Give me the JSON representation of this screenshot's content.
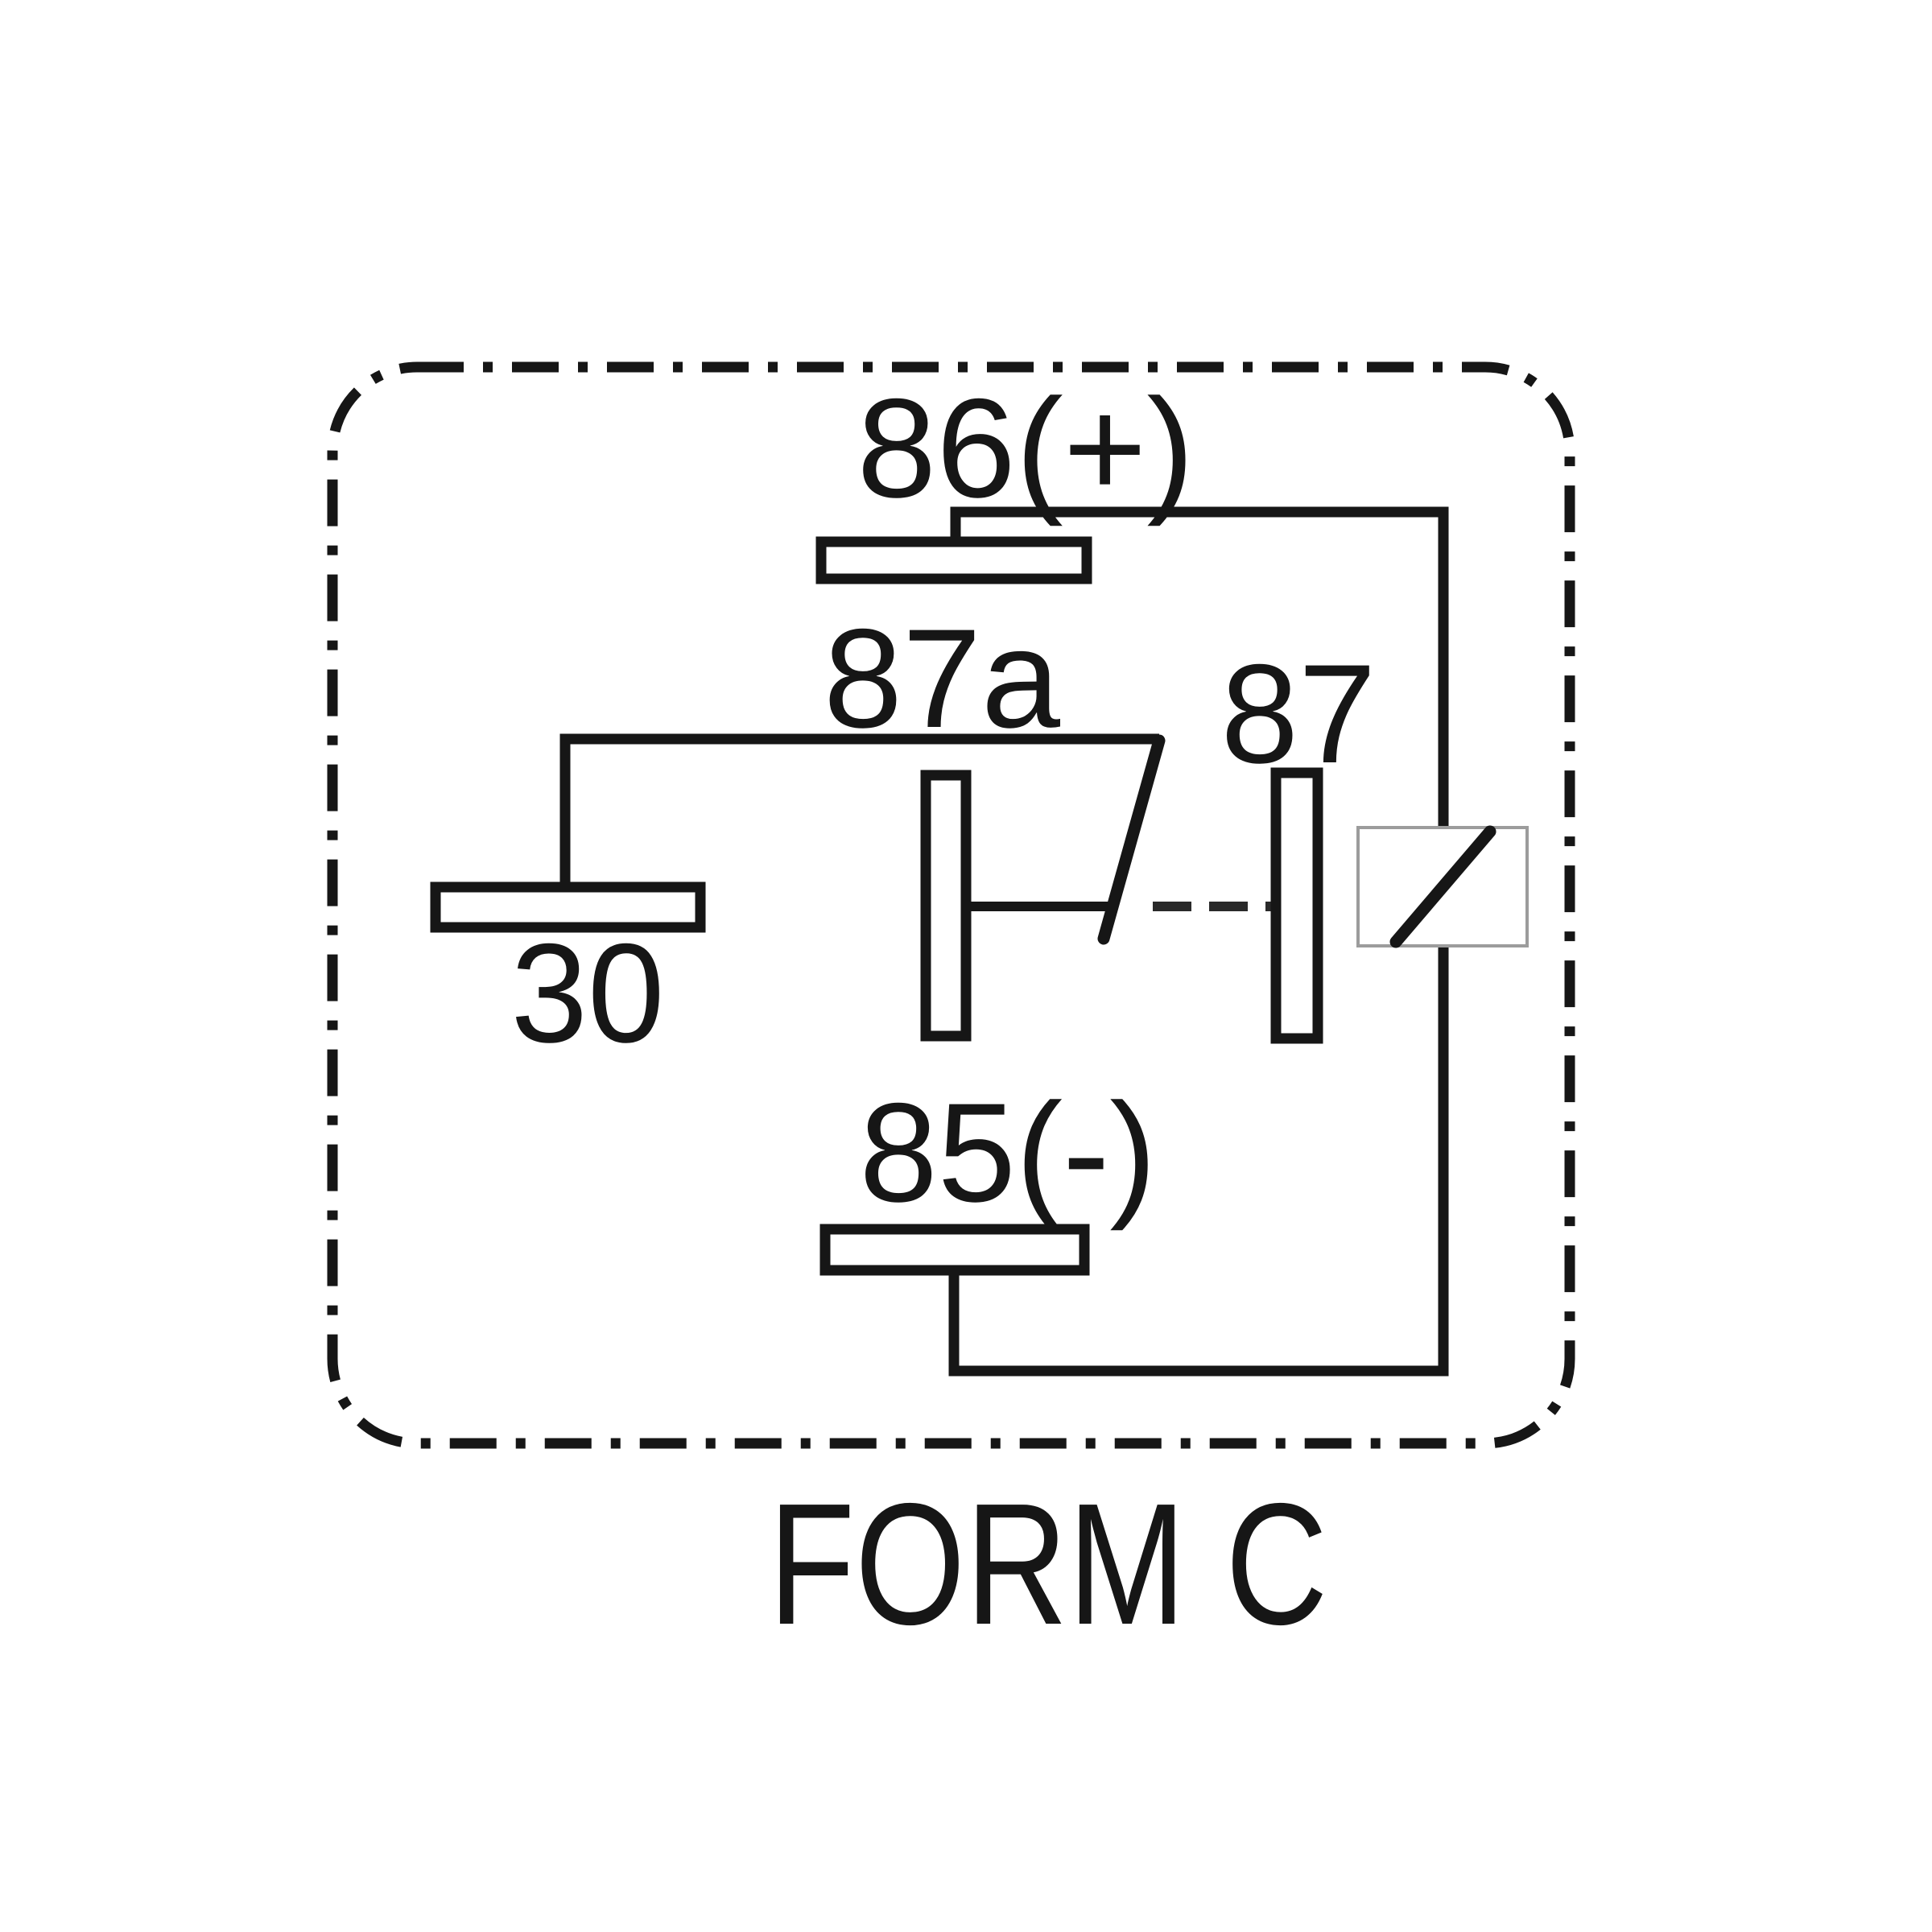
{
  "diagram": {
    "caption": "FORM C",
    "terminals": {
      "t86": "86(+)",
      "t87a": "87a",
      "t87": "87",
      "t30": "30",
      "t85": "85(-)"
    },
    "colors": {
      "ink": "#161616",
      "background": "#ffffff",
      "coil_box_stroke": "#9c9c9c"
    }
  }
}
